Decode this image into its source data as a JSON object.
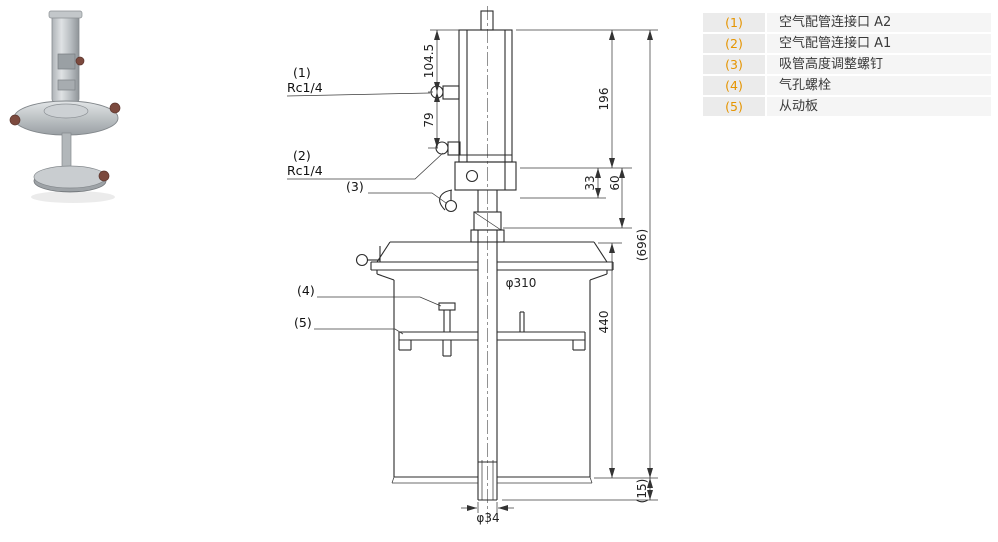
{
  "legend": {
    "accent_color": "#e59400",
    "rows": [
      {
        "num": "(1)",
        "label": "空气配管连接口 A2"
      },
      {
        "num": "(2)",
        "label": "空气配管连接口 A1"
      },
      {
        "num": "(3)",
        "label": "吸管高度调整螺钉"
      },
      {
        "num": "(4)",
        "label": "气孔螺栓"
      },
      {
        "num": "(5)",
        "label": "从动板"
      }
    ]
  },
  "drawing": {
    "callout_1": "(1)",
    "callout_1_sub": "Rc1/4",
    "callout_2": "(2)",
    "callout_2_sub": "Rc1/4",
    "callout_3": "(3)",
    "callout_4": "(4)",
    "callout_5": "(5)",
    "dims": {
      "h104": "104.5",
      "h79": "79",
      "h196": "196",
      "h33": "33",
      "h60": "60",
      "h696": "(696)",
      "dia310": "φ310",
      "h440": "440",
      "dia34": "φ34",
      "h15": "(15)"
    }
  }
}
